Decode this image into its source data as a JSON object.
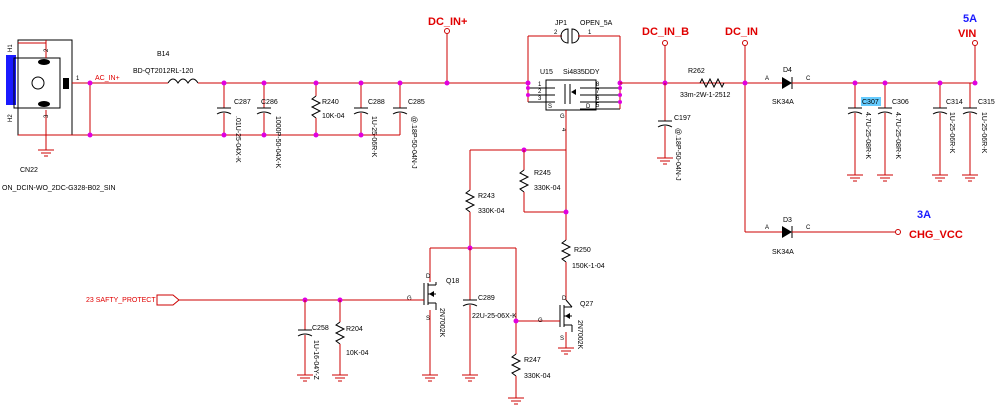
{
  "nets": {
    "dc_in_plus": "DC_IN+",
    "dc_in_b": "DC_IN_B",
    "dc_in": "DC_IN",
    "vin_current": "5A",
    "vin": "VIN",
    "chg_current": "3A",
    "chg_vcc": "CHG_VCC",
    "ac_in_plus": "AC_IN+",
    "safety_protect": "23  SAFTY_PROTECT"
  },
  "connector": {
    "ref": "CN22",
    "value": "ON_DCIN-WO_2DC-G328-B02_SIN",
    "pin_h1": "H1",
    "pin_h2": "H2",
    "pin_1": "1",
    "pin_2": "2",
    "pin_3": "3"
  },
  "bead": {
    "ref": "B14",
    "value": "BD-QT2012RL-120"
  },
  "jumper": {
    "ref": "JP1",
    "value": "OPEN_5A",
    "pin_1": "1",
    "pin_2": "2"
  },
  "mosfet_u15": {
    "ref": "U15",
    "value": "Si4835DDY",
    "pins": [
      "1",
      "2",
      "3",
      "8",
      "7",
      "6",
      "5",
      "S",
      "D",
      "G",
      "4"
    ]
  },
  "resistors": [
    {
      "ref": "R240",
      "value": "10K-04"
    },
    {
      "ref": "R262",
      "value": "33m-2W-1-2512"
    },
    {
      "ref": "R245",
      "value": "330K-04"
    },
    {
      "ref": "R243",
      "value": "330K-04"
    },
    {
      "ref": "R250",
      "value": "150K-1-04"
    },
    {
      "ref": "R204",
      "value": "10K-04"
    },
    {
      "ref": "R247",
      "value": "330K-04"
    }
  ],
  "capacitors": [
    {
      "ref": "C287",
      "value": ".01U-25-04X-K"
    },
    {
      "ref": "C286",
      "value": "1000P-50-04X-K"
    },
    {
      "ref": "C288",
      "value": "1U-25-06R-K"
    },
    {
      "ref": "C285",
      "value": "@.18P-50-04N-J"
    },
    {
      "ref": "C197",
      "value": "@.18P-50-04N-J"
    },
    {
      "ref": "C307",
      "value": "4.7U-25-08R-K"
    },
    {
      "ref": "C306",
      "value": "4.7U-25-08R-K"
    },
    {
      "ref": "C314",
      "value": "1U-25-06R-K"
    },
    {
      "ref": "C315",
      "value": "1U-25-06R-K"
    },
    {
      "ref": "C289",
      "value": "22U-25-06X-K"
    },
    {
      "ref": "C258",
      "value": "1U-16-04Y-Z"
    }
  ],
  "diodes": [
    {
      "ref": "D4",
      "value": "SK34A",
      "anode": "A",
      "cathode": "C"
    },
    {
      "ref": "D3",
      "value": "SK34A",
      "anode": "A",
      "cathode": "C"
    }
  ],
  "transistors": [
    {
      "ref": "Q18",
      "value": "2N7002K",
      "g": "G",
      "d": "D",
      "s": "S"
    },
    {
      "ref": "Q27",
      "value": "2N7002K",
      "g": "G",
      "d": "D",
      "s": "S"
    }
  ]
}
